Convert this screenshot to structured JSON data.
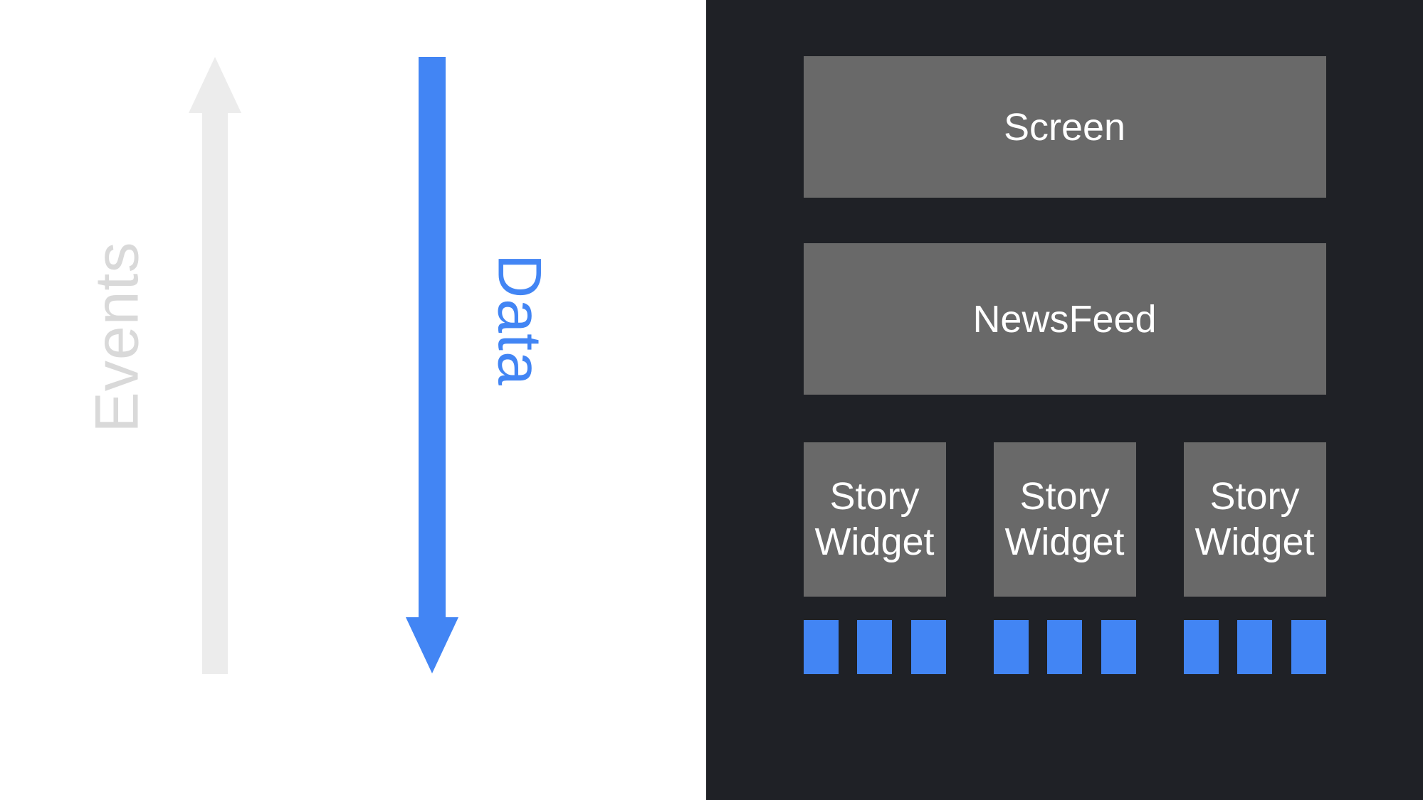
{
  "slide": {
    "left_panel": {
      "background_color": "#FFFFFF",
      "events_arrow": {
        "label": "Events",
        "direction": "up",
        "arrow_color": "#ECECEC",
        "label_color": "#D9D9D9"
      },
      "data_arrow": {
        "label": "Data",
        "direction": "down",
        "arrow_color": "#4285F4",
        "label_color": "#4285F4"
      }
    },
    "right_panel": {
      "background_color": "#1F2126",
      "box_color": "#696969",
      "box_text_color": "#FFFFFF",
      "square_color": "#4285F4",
      "screen_box": {
        "label": "Screen"
      },
      "newsfeed_box": {
        "label": "NewsFeed"
      },
      "story_widgets": [
        {
          "line1": "Story",
          "line2": "Widget",
          "squares": 3
        },
        {
          "line1": "Story",
          "line2": "Widget",
          "squares": 3
        },
        {
          "line1": "Story",
          "line2": "Widget",
          "squares": 3
        }
      ]
    }
  }
}
